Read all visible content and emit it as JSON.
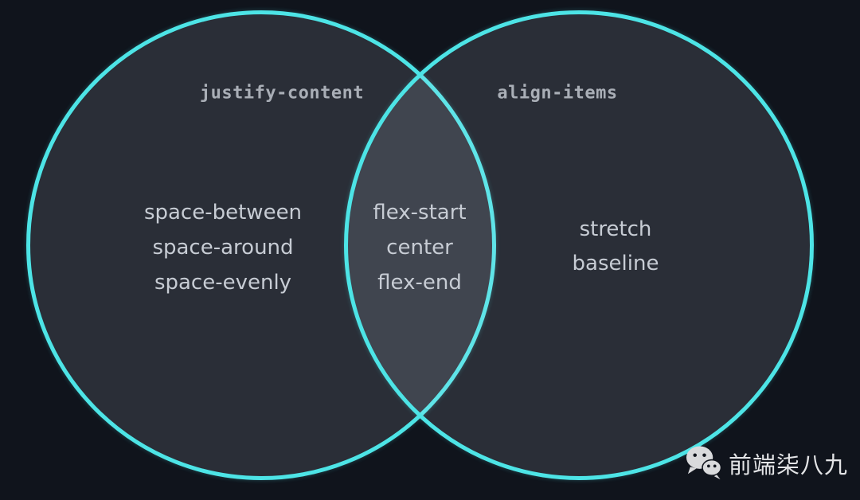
{
  "venn": {
    "left": {
      "title": "justify-content",
      "items": [
        "space-between",
        "space-around",
        "space-evenly"
      ]
    },
    "right": {
      "title": "align-items",
      "items": [
        "stretch",
        "baseline"
      ]
    },
    "intersection": {
      "items": [
        "flex-start",
        "center",
        "flex-end"
      ]
    }
  },
  "watermark": {
    "text": "前端柒八九",
    "icon": "wechat-icon"
  },
  "colors": {
    "background": "#10141c",
    "circle_border": "#4de4e6",
    "circle_fill_overlay": "rgba(225,235,250,0.125)",
    "title_text": "#a9aeb6",
    "value_text": "#c7ccd4",
    "watermark_text": "#e3e4e6",
    "watermark_icon_fill": "#d9dadc"
  }
}
